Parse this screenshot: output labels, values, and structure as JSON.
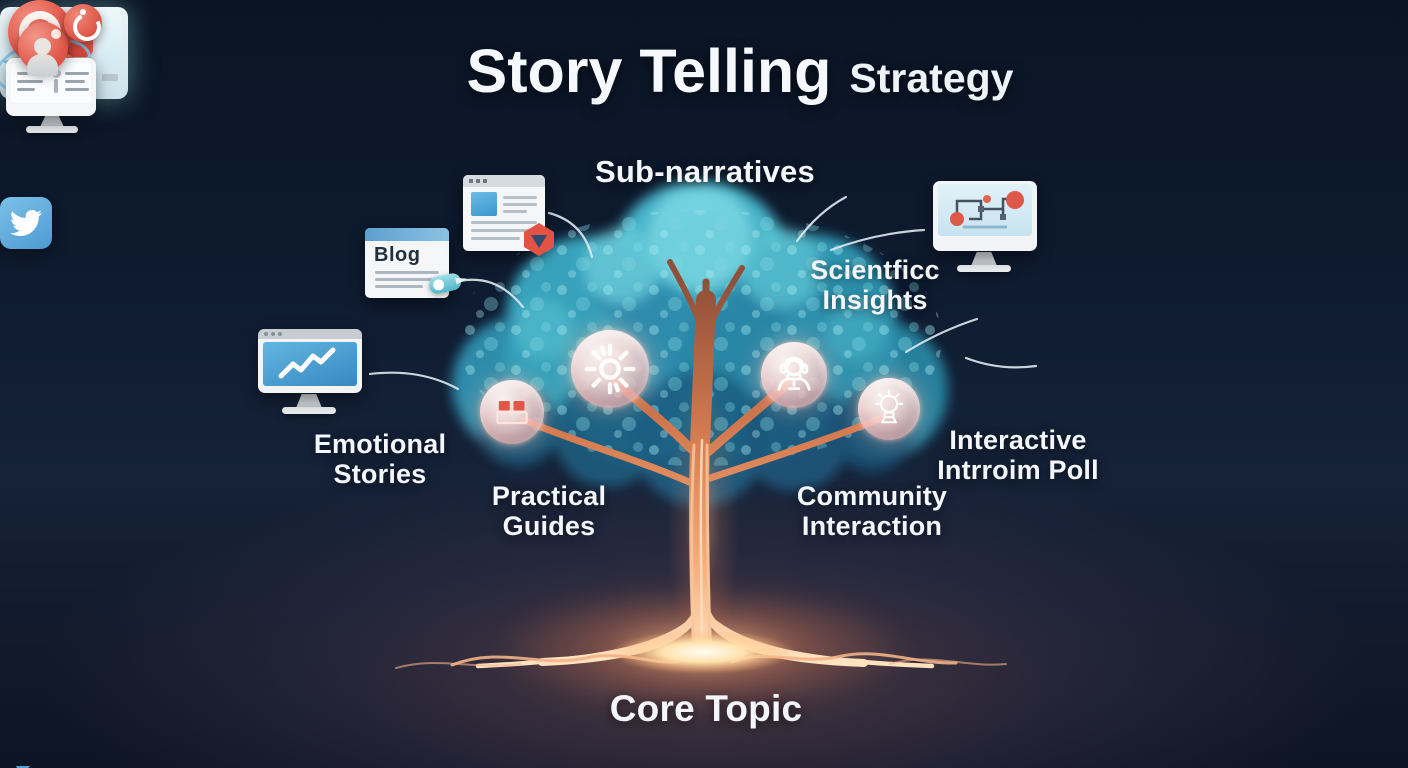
{
  "title": {
    "main": "Story Telling",
    "suffix": "Strategy"
  },
  "center": {
    "sub_label": "Sub-narratives",
    "core_label": "Core Topic"
  },
  "branches": {
    "emotional_stories": {
      "line1": "Emotional",
      "line2": "Stories"
    },
    "practical_guides": {
      "line1": "Practical",
      "line2": "Guides"
    },
    "community_interaction": {
      "line1": "Community",
      "line2": "Interaction"
    },
    "scientific_insights": {
      "line1": "Scientficc",
      "line2": "Insights"
    },
    "interactive_poll": {
      "line1": "Interactive",
      "line2": "Intrroim Poll"
    }
  },
  "icons": {
    "blog_card": {
      "label": "Blog",
      "name": "blog-card-icon"
    },
    "article_card": "article-video-card-icon",
    "chart_monitor": "line-chart-monitor-icon",
    "video_player": "video-player-icon",
    "target_pointer": "target-pointer-icon",
    "diagram_monitor": "science-diagram-monitor-icon",
    "twitter": "twitter-bird-icon",
    "poll_monitor": "poll-monitor-icon",
    "avatar_bubble": "user-avatar-bubble-icon",
    "record_badge": "record-lens-badge-icon",
    "box_badge": "red-box-badge-icon",
    "sun_badge": "sun-sparkle-badge-icon",
    "headset_badge": "podcast-headset-badge-icon",
    "bulb_badge": "lightbulb-badge-icon"
  },
  "colors": {
    "background": "#0e1b30",
    "foliage_teal": "#3fb2c9",
    "trunk_copper": "#d97e52",
    "glow_core": "#ffe9c8",
    "accent_red": "#e25547",
    "twitter_blue": "#5aaede",
    "screen_blue": "#3f9bd0",
    "text": "#f4f7fa"
  }
}
